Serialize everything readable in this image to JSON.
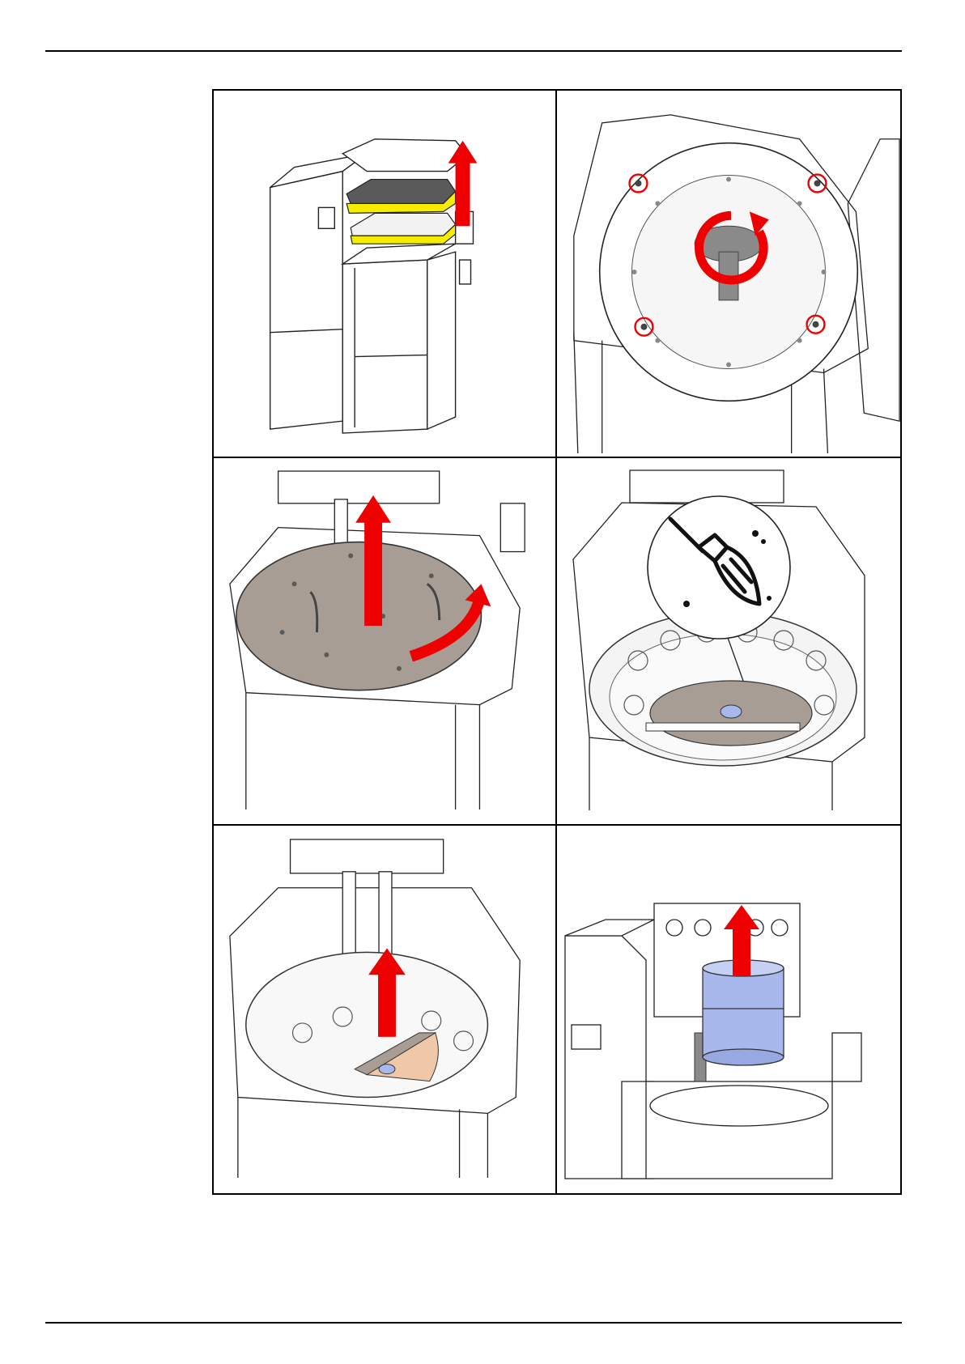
{
  "document": {
    "page_mark": "",
    "figures": [
      {
        "id": 1,
        "icon": "lift-lid-arrow-icon"
      },
      {
        "id": 2,
        "icon": "rotate-wing-nut-icon"
      },
      {
        "id": 3,
        "icon": "lift-rotate-plate-icon"
      },
      {
        "id": 4,
        "icon": "cleaning-brush-icon"
      },
      {
        "id": 5,
        "icon": "lift-disc-arrow-icon"
      },
      {
        "id": 6,
        "icon": "lift-container-arrow-icon"
      }
    ],
    "colors": {
      "arrow": "#ee0000",
      "insulation": "#f5ec00",
      "plate": "#a89d94",
      "container": "#a9b8ec",
      "line": "#222222"
    }
  }
}
